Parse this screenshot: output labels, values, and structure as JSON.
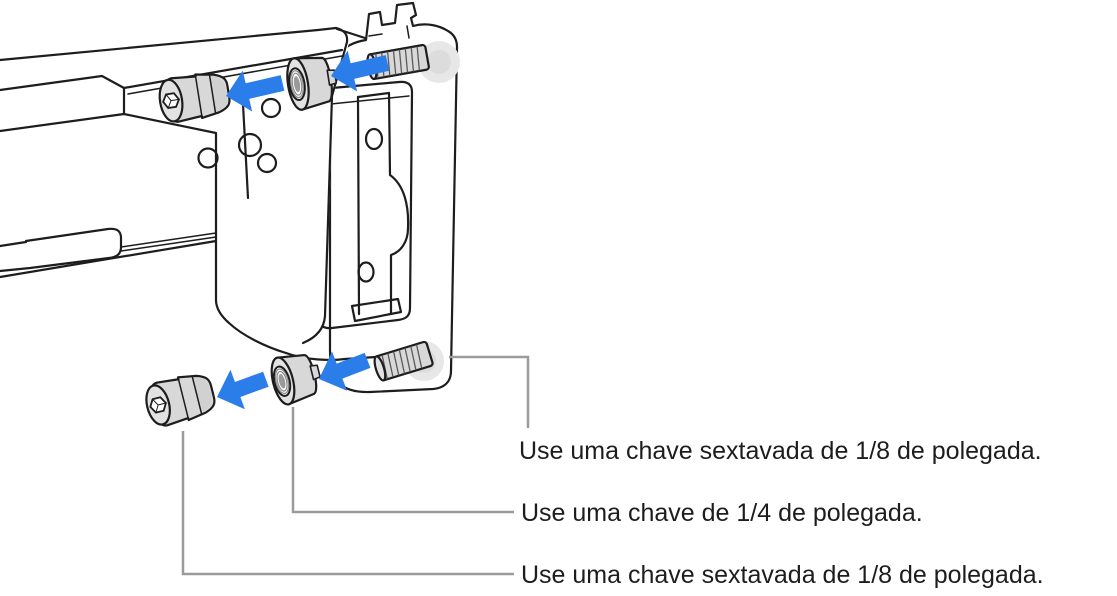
{
  "figure": {
    "callouts": [
      {
        "label": "Use uma chave sextavada de 1/8 de polegada.",
        "target_part": "hex-socket-screw"
      },
      {
        "label": "Use uma chave de 1/4 de polegada.",
        "target_part": "threaded-standoff"
      },
      {
        "label": "Use uma chave sextavada de 1/8 de polegada.",
        "target_part": "hex-socket-screw"
      }
    ],
    "parts": [
      "rack-rail",
      "slide-rail",
      "mounting-bracket",
      "bracket-latch",
      "hex-socket-screw-top",
      "threaded-standoff-top",
      "threaded-screw-top",
      "hex-socket-screw-bottom",
      "threaded-standoff-bottom",
      "threaded-screw-bottom"
    ],
    "colors": {
      "arrow_blue": "#2b7de9",
      "callout_gray": "#9b9b9b",
      "line_black": "#1d1d1f",
      "metal_gray": "#d8d8d8",
      "background": "#ffffff",
      "text": "#1d1d1f"
    }
  }
}
